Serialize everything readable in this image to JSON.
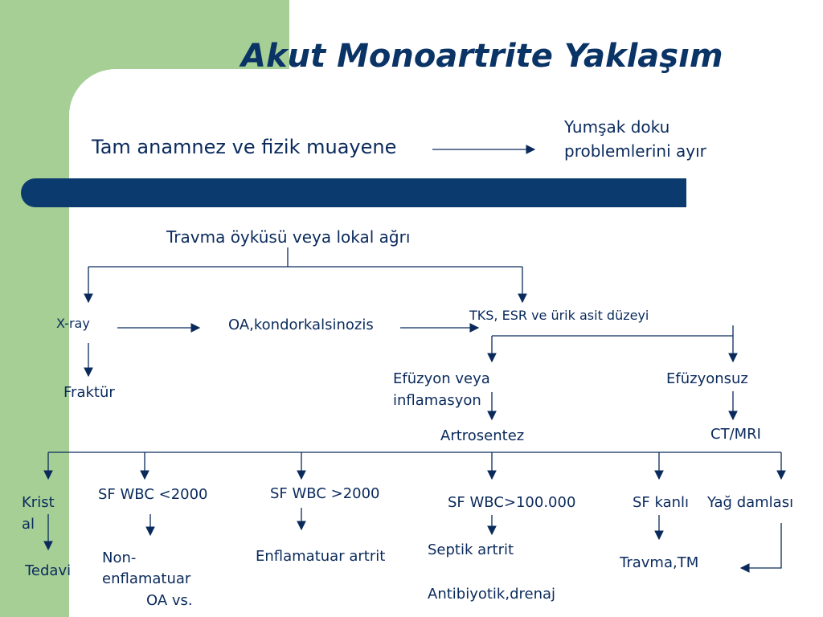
{
  "colors": {
    "background_strip": "#a6cf96",
    "bar": "#0b3a6e",
    "text": "#0a2a5c"
  },
  "title": "Akut Monoartrite Yaklaşım",
  "top": {
    "anamnez": "Tam anamnez ve fizik muayene",
    "soft_tissue_line1": "Yumşak doku",
    "soft_tissue_line2": "problemlerini ayır"
  },
  "nodes": {
    "travma": "Travma öyküsü veya lokal ağrı",
    "xray": "X-ray",
    "oa": "OA,kondorkalsinozis",
    "tks": "TKS, ESR ve ürik asit düzeyi",
    "fraktur": "Fraktür",
    "efuzyon_line1": "Efüzyon veya",
    "efuzyon_line2": "inflamasyon",
    "efuzyonsuz": "Efüzyonsuz",
    "artrosentez": "Artrosentez",
    "ctmri": "CT/MRI"
  },
  "branches": {
    "kristal_line1": "Krist",
    "kristal_line2": "al",
    "tedavi": "Tedavi",
    "sf_lt2000": "SF WBC <2000",
    "non_line1": "Non-",
    "non_line2": "enflamatuar",
    "non_line3": "OA vs.",
    "sf_gt2000": "SF WBC >2000",
    "enflamatuar": "Enflamatuar artrit",
    "sf_gt100000": "SF WBC>100.000",
    "septik": "Septik artrit",
    "antibiyotik": "Antibiyotik,drenaj",
    "sf_kanli": "SF kanlı",
    "yag": "Yağ damlası",
    "travma_tm": "Travma,TM"
  }
}
